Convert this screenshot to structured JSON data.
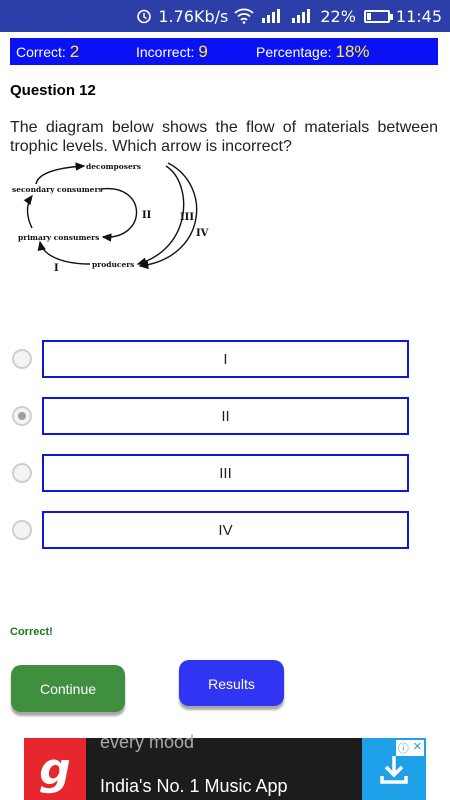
{
  "status_bar": {
    "speed": "1.76Kb/s",
    "battery": "22%",
    "battery_level": 0.22,
    "time": "11:45"
  },
  "score": {
    "correct_label": "Correct:",
    "correct_value": "2",
    "incorrect_label": "Incorrect:",
    "incorrect_value": "9",
    "percentage_label": "Percentage:",
    "percentage_value": "18%",
    "value_color": "#ffeb3b",
    "bar_color": "#0a12f5"
  },
  "question": {
    "title": "Question 12",
    "text": "The diagram below shows the flow of materials between trophic levels. Which arrow is incorrect?"
  },
  "diagram": {
    "labels": {
      "decomposers": "decomposers",
      "secondary": "secondary consumers",
      "primary": "primary consumers",
      "producers": "producers",
      "arrow1": "I",
      "arrow2": "II",
      "arrow3": "III",
      "arrow4": "IV"
    }
  },
  "options": [
    {
      "label": "I",
      "selected": false
    },
    {
      "label": "II",
      "selected": true
    },
    {
      "label": "III",
      "selected": false
    },
    {
      "label": "IV",
      "selected": false
    }
  ],
  "feedback": "Correct!",
  "buttons": {
    "continue": "Continue",
    "results": "Results"
  },
  "ad": {
    "logo": "g",
    "subtitle": "every mood",
    "title": "India's No. 1 Music App"
  },
  "colors": {
    "status_bar": "#2c3ea8",
    "option_border": "#1018d8",
    "continue_button": "#3f8f3f",
    "results_button": "#2f35f2",
    "feedback_text": "#1b7a1b"
  }
}
